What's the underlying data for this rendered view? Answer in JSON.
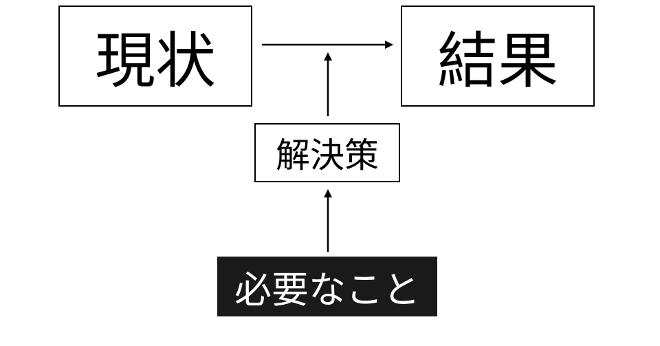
{
  "diagram": {
    "nodes": {
      "current_state": {
        "label": "現状"
      },
      "result": {
        "label": "結果"
      },
      "solution": {
        "label": "解決策"
      },
      "needed_things": {
        "label": "必要なこと"
      }
    },
    "edges": [
      {
        "from": "current_state",
        "to": "result"
      },
      {
        "from": "solution",
        "to": "current_state-result-edge"
      },
      {
        "from": "needed_things",
        "to": "solution"
      }
    ],
    "colors": {
      "line": "#000000",
      "box_border": "#000000",
      "highlight_fill": "#1a1a1a",
      "highlight_text": "#ffffff"
    }
  }
}
